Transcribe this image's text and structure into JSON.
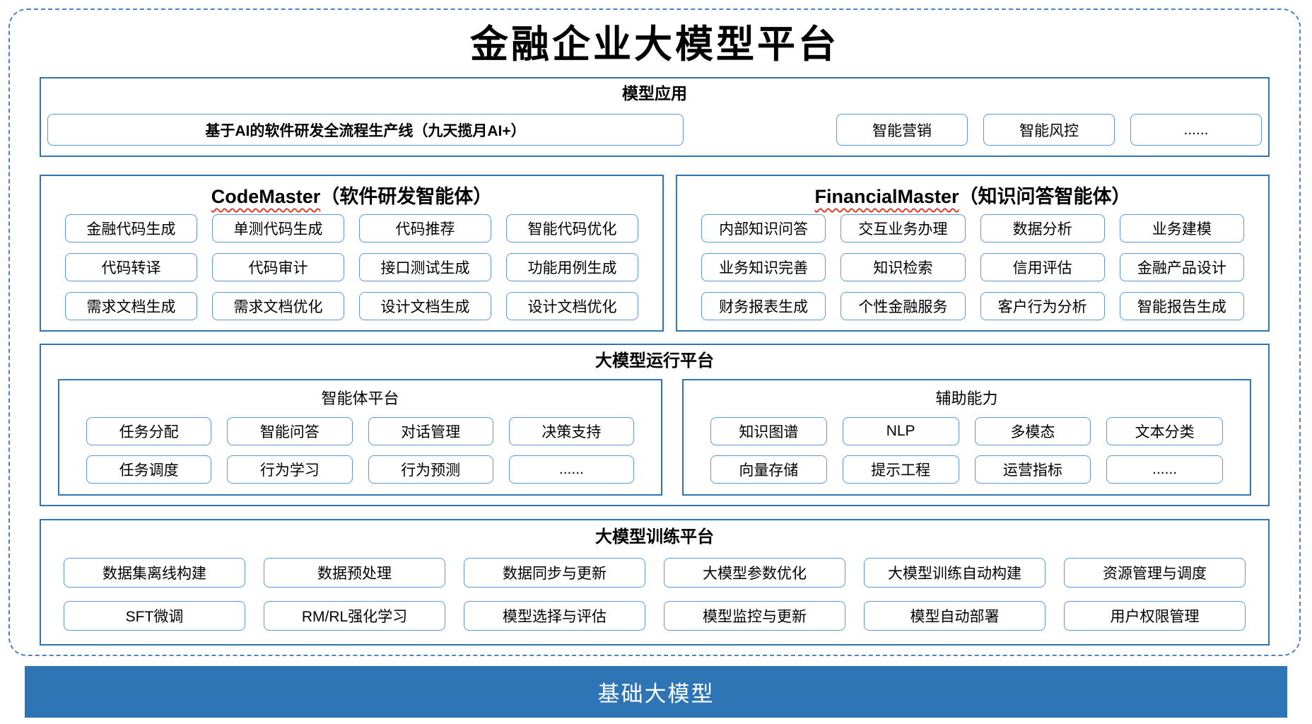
{
  "title": "金融企业大模型平台",
  "colors": {
    "section_border": "#2e75b6",
    "cell_border": "#5b9bd5",
    "outer_dashed_border": "#4f81c7",
    "squiggle_red": "#e03f2c",
    "base_bar_bg": "#2e75b6",
    "base_bar_text": "#ffffff"
  },
  "model_apps": {
    "title": "模型应用",
    "main_item": "基于AI的软件研发全流程生产线（九天揽月AI+）",
    "items": [
      "智能营销",
      "智能风控",
      "......"
    ]
  },
  "agents": [
    {
      "name_latin": "CodeMaster",
      "name_suffix": "（软件研发智能体）",
      "items": [
        "金融代码生成",
        "单测代码生成",
        "代码推荐",
        "智能代码优化",
        "代码转译",
        "代码审计",
        "接口测试生成",
        "功能用例生成",
        "需求文档生成",
        "需求文档优化",
        "设计文档生成",
        "设计文档优化"
      ]
    },
    {
      "name_latin": "FinancialMaster",
      "name_suffix": "（知识问答智能体）",
      "items": [
        "内部知识问答",
        "交互业务办理",
        "数据分析",
        "业务建模",
        "业务知识完善",
        "知识检索",
        "信用评估",
        "金融产品设计",
        "财务报表生成",
        "个性金融服务",
        "客户行为分析",
        "智能报告生成"
      ]
    }
  ],
  "runtime_platform": {
    "title": "大模型运行平台",
    "groups": [
      {
        "title": "智能体平台",
        "items": [
          "任务分配",
          "智能问答",
          "对话管理",
          "决策支持",
          "任务调度",
          "行为学习",
          "行为预测",
          "......"
        ]
      },
      {
        "title": "辅助能力",
        "items": [
          "知识图谱",
          "NLP",
          "多模态",
          "文本分类",
          "向量存储",
          "提示工程",
          "运营指标",
          "......"
        ]
      }
    ]
  },
  "training_platform": {
    "title": "大模型训练平台",
    "items": [
      "数据集离线构建",
      "数据预处理",
      "数据同步与更新",
      "大模型参数优化",
      "大模型训练自动构建",
      "资源管理与调度",
      "SFT微调",
      "RM/RL强化学习",
      "模型选择与评估",
      "模型监控与更新",
      "模型自动部署",
      "用户权限管理"
    ]
  },
  "base_model_bar": "基础大模型"
}
